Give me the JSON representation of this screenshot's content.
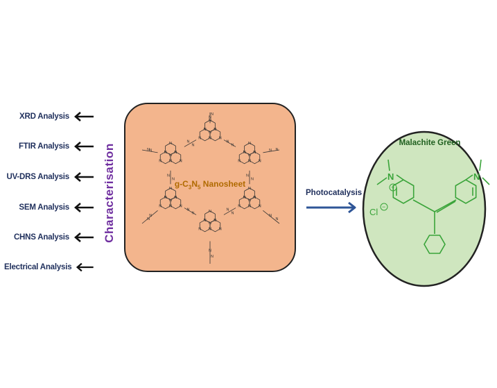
{
  "analyses": [
    "XRD Analysis",
    "FTIR Analysis",
    "UV-DRS Analysis",
    "SEM Analysis",
    "CHNS Analysis",
    "Electrical Analysis"
  ],
  "characterisation_label": "Characterisation",
  "nanosheet": {
    "prefix": "g-C",
    "sub1": "3",
    "mid": "N",
    "sub2": "5",
    "suffix": " Nanosheet"
  },
  "photocatalysis_label": "Photocatalysis",
  "malachite": {
    "title": "Malachite Green",
    "n_left": "N",
    "n_right": "N",
    "charge": "+",
    "counter_ion": "Cl",
    "counter_charge": "−"
  },
  "atom_labels": {
    "nitrogen": "N"
  },
  "colors": {
    "analysis_text": "#1f2f5c",
    "characterisation": "#7030a0",
    "nanosheet_fill": "#f3b58d",
    "nanosheet_label": "#b06a00",
    "arrow_blue": "#2e5597",
    "circle_fill": "#cfe6bf",
    "molecule_green": "#3aa43a"
  }
}
